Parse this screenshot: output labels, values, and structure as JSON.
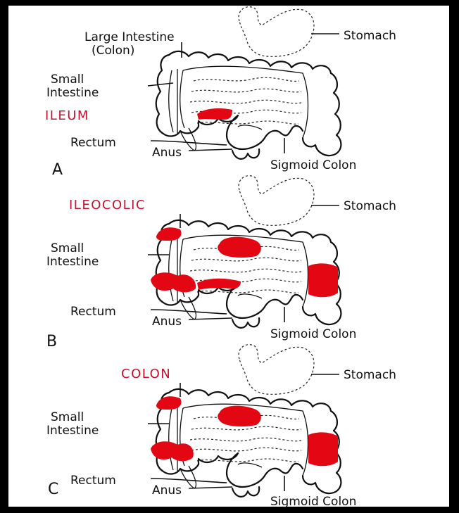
{
  "panels": [
    {
      "letter": "A",
      "highlight": "ILEUM",
      "labels": {
        "large_intestine": "Large Intestine",
        "colon_paren": "(Colon)",
        "stomach": "Stomach",
        "small": "Small",
        "intestine": "Intestine",
        "rectum": "Rectum",
        "anus": "Anus",
        "sigmoid": "Sigmoid Colon"
      }
    },
    {
      "letter": "B",
      "highlight": "ILEOCOLIC",
      "labels": {
        "stomach": "Stomach",
        "small": "Small",
        "intestine": "Intestine",
        "rectum": "Rectum",
        "anus": "Anus",
        "sigmoid": "Sigmoid Colon"
      }
    },
    {
      "letter": "C",
      "highlight": "COLON",
      "labels": {
        "stomach": "Stomach",
        "small": "Small",
        "intestine": "Intestine",
        "rectum": "Rectum",
        "anus": "Anus",
        "sigmoid": "Sigmoid Colon"
      }
    }
  ],
  "colors": {
    "highlight": "#e30613",
    "label_red": "#c8102e",
    "frame": "#000000"
  }
}
